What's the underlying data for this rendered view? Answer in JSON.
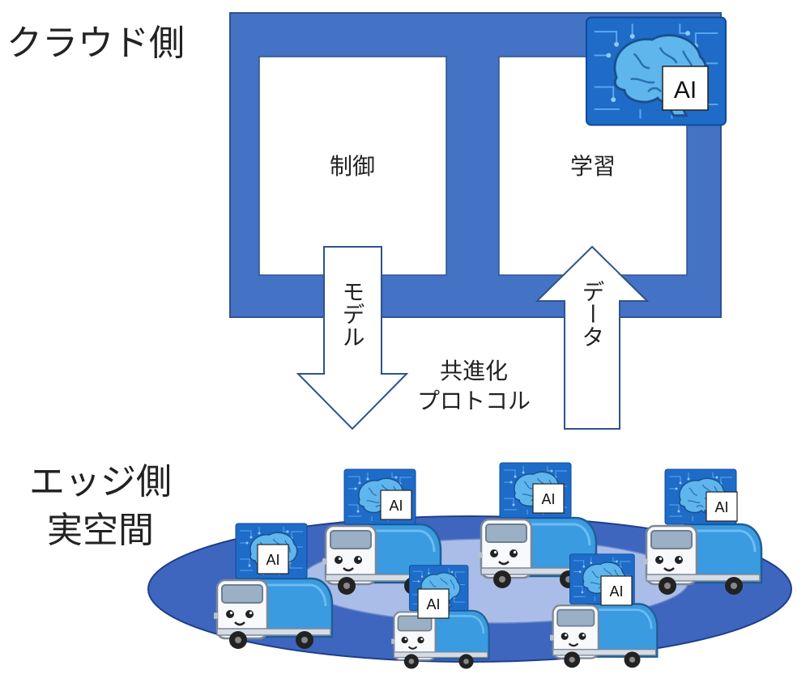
{
  "labels": {
    "cloud_side": "クラウド側",
    "edge_side": "エッジ側",
    "real_space": "実空間",
    "control": "制御",
    "learning": "学習",
    "model": "モデル",
    "data": "データ",
    "coevolution_line1": "共進化",
    "coevolution_line2": "プロトコル",
    "ai": "AI"
  },
  "colors": {
    "cloud_frame": "#4472C4",
    "arrow_fill": "#ffffff",
    "arrow_stroke": "#2F528F",
    "outer_ring": "#3F66BF",
    "inner_ring": "#A9BDE8",
    "truck": "#3A9BE0",
    "chip": "#1E6CC8",
    "brain": "#5EB6EC"
  },
  "icons": {
    "cloud_ai": "brain-chip-icon",
    "edge_vehicle": "garbage-truck-icon"
  }
}
